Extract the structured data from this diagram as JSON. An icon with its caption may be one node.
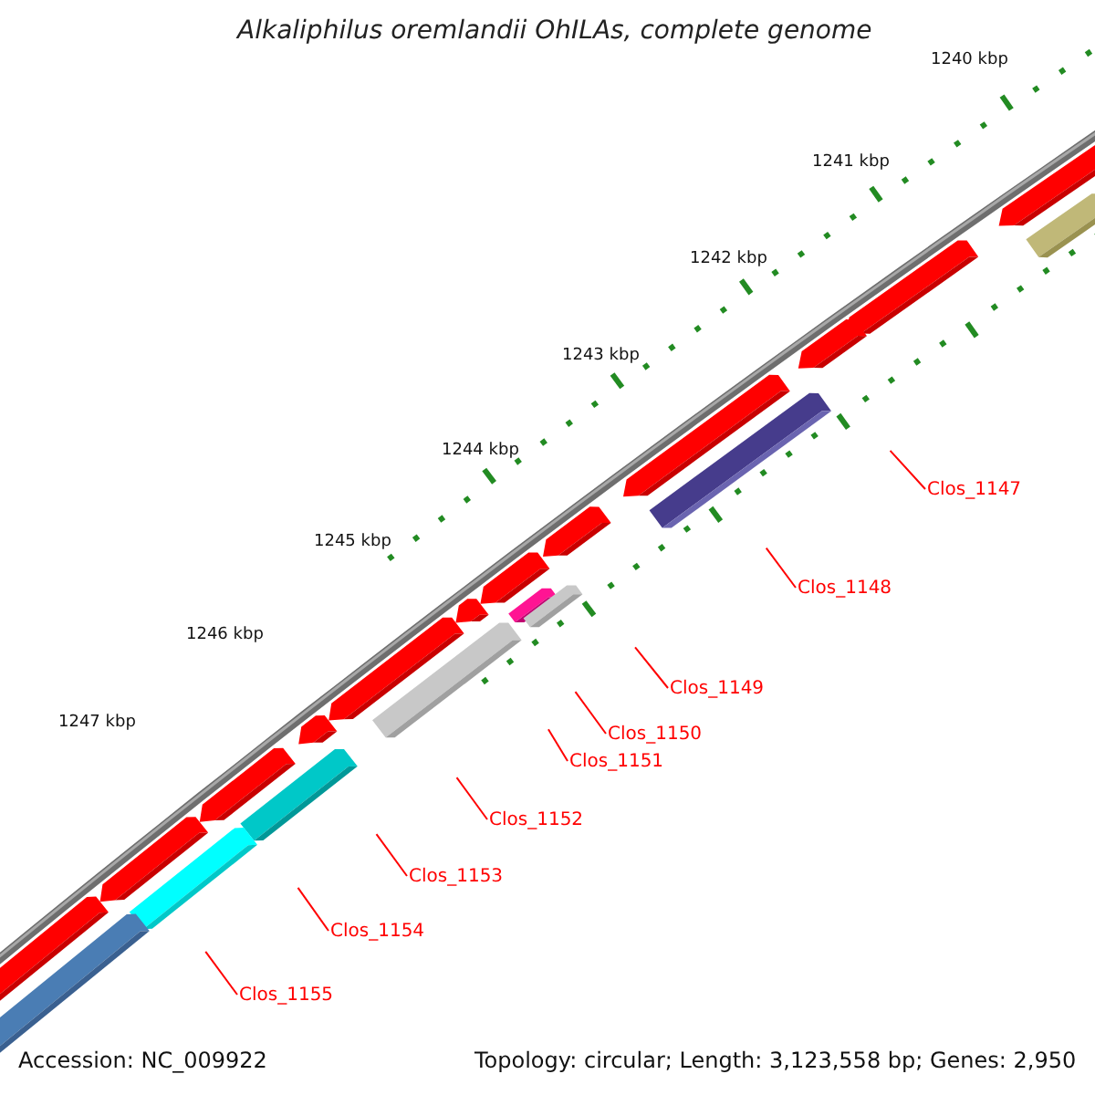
{
  "diagram": {
    "title": "Alkaliphilus oremlandii OhILAs, complete genome",
    "nodes": [
      {
        "text": [
          "Clos_1147"
        ]
      },
      {
        "text": [
          "Clos_1148"
        ]
      },
      {
        "text": [
          "Clos_1149"
        ]
      },
      {
        "text": [
          "Clos_1150"
        ]
      },
      {
        "text": [
          "Clos_1151"
        ]
      },
      {
        "text": [
          "Clos_1152"
        ]
      },
      {
        "text": [
          "Clos_1153"
        ]
      },
      {
        "text": [
          "Clos_1154"
        ]
      },
      {
        "text": [
          "Clos_1155"
        ]
      }
    ],
    "edges": [
      {
        "from": 0,
        "to": null,
        "arrow": "none",
        "color": "#ff0000"
      },
      {
        "from": 1,
        "to": null,
        "arrow": "none",
        "color": "#ff0000"
      },
      {
        "from": 2,
        "to": null,
        "arrow": "none",
        "color": "#ff0000"
      },
      {
        "from": 3,
        "to": null,
        "arrow": "none",
        "color": "#ff0000"
      },
      {
        "from": 4,
        "to": null,
        "arrow": "none",
        "color": "#ff0000"
      },
      {
        "from": 5,
        "to": null,
        "arrow": "none",
        "color": "#ff0000"
      },
      {
        "from": 6,
        "to": null,
        "arrow": "none",
        "color": "#ff0000"
      },
      {
        "from": 7,
        "to": null,
        "arrow": "none",
        "color": "#ff0000"
      },
      {
        "from": 8,
        "to": null,
        "arrow": "none",
        "color": "#ff0000"
      }
    ],
    "labels": [
      "1240 kbp",
      "1241 kbp",
      "1242 kbp",
      "1243 kbp",
      "1244 kbp",
      "1245 kbp",
      "1246 kbp",
      "1247 kbp",
      "Accession: NC_009922",
      "Topology: circular; Length: 3,123,558 bp; Genes: 2,950"
    ]
  }
}
